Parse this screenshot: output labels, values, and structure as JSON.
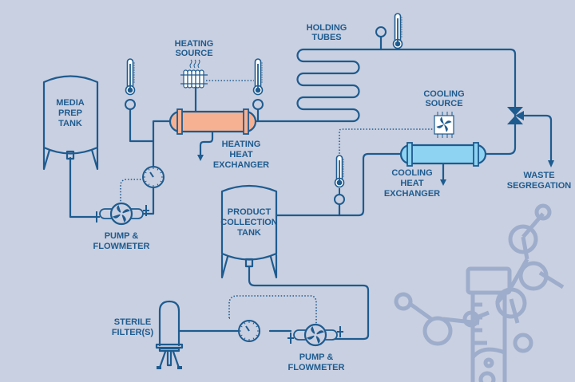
{
  "colors": {
    "background": "#c9d0e1",
    "line": "#1e5b8f",
    "heating_exchanger": "#f6b193",
    "cooling_exchanger": "#8fd3f3",
    "decoration": "#9eadcb"
  },
  "labels": {
    "media_tank": [
      "MEDIA",
      "PREP",
      "TANK"
    ],
    "heating_source": [
      "HEATING",
      "SOURCE"
    ],
    "heating_exchanger": [
      "HEATING",
      "HEAT",
      "EXCHANGER"
    ],
    "pump1": [
      "PUMP &",
      "FLOWMETER"
    ],
    "holding_tubes": [
      "HOLDING",
      "TUBES"
    ],
    "cooling_source": [
      "COOLING",
      "SOURCE"
    ],
    "cooling_exchanger": [
      "COOLING",
      "HEAT",
      "EXCHANGER"
    ],
    "waste": [
      "WASTE",
      "SEGREGATION"
    ],
    "product_tank": [
      "PRODUCT",
      "COLLECTION",
      "TANK"
    ],
    "filter": [
      "STERILE",
      "FILTER(S)"
    ],
    "pump2": [
      "PUMP &",
      "FLOWMETER"
    ]
  },
  "icons": [
    "thermometer-icon",
    "pressure-gauge-icon",
    "pump-fan-icon",
    "radiator-icon",
    "cooling-fan-icon",
    "valve-icon",
    "molecule-icon",
    "test-tube-icon"
  ]
}
